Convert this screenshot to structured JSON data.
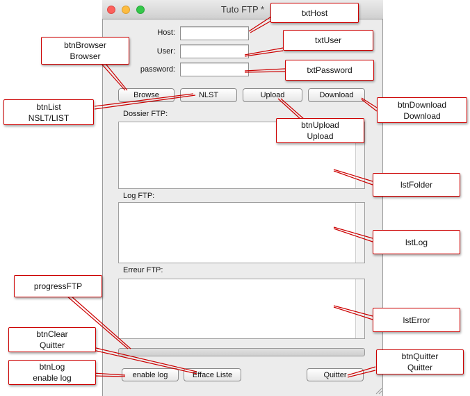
{
  "window": {
    "title": "Tuto FTP *"
  },
  "form": {
    "host_label": "Host:",
    "user_label": "User:",
    "password_label": "password:",
    "host_value": "",
    "user_value": "",
    "password_value": ""
  },
  "buttons": {
    "browse": "Browse",
    "nlst": "NLST",
    "upload": "Upload",
    "download": "Download",
    "enable_log": "enable log",
    "efface_liste": "Efface Liste",
    "quitter": "Quitter"
  },
  "panels": {
    "folder_label": "Dossier FTP:",
    "log_label": "Log FTP:",
    "error_label": "Erreur FTP:"
  },
  "progress": {
    "value": 0
  },
  "annotations": {
    "txtHost": {
      "line1": "txtHost"
    },
    "txtUser": {
      "line1": "txtUser"
    },
    "txtPassword": {
      "line1": "txtPassword"
    },
    "btnBrowser": {
      "line1": "btnBrowser",
      "line2": "Browser"
    },
    "btnList": {
      "line1": "btnList",
      "line2": "NSLT/LIST"
    },
    "btnUpload": {
      "line1": "btnUpload",
      "line2": "Upload"
    },
    "btnDownload": {
      "line1": "btnDownload",
      "line2": "Download"
    },
    "lstFolder": {
      "line1": "lstFolder"
    },
    "lstLog": {
      "line1": "lstLog"
    },
    "lstError": {
      "line1": "lstError"
    },
    "progressFTP": {
      "line1": "progressFTP"
    },
    "btnClear": {
      "line1": "btnClear",
      "line2": "Quitter"
    },
    "btnLog": {
      "line1": "btnLog",
      "line2": "enable log"
    },
    "btnQuitter": {
      "line1": "btnQuitter",
      "line2": "Quitter"
    }
  },
  "colors": {
    "callout": "#cc0000",
    "window_bg": "#ececec"
  }
}
